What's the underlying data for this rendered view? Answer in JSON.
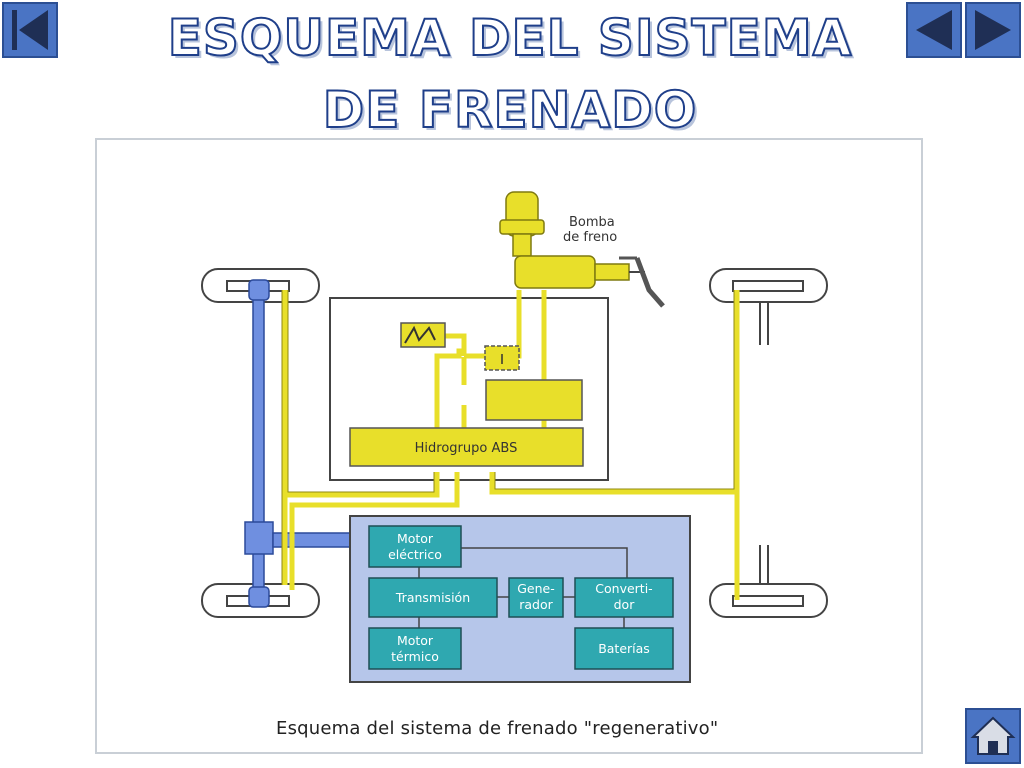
{
  "title": {
    "line1": "ESQUEMA DEL SISTEMA",
    "line2": "DE FRENADO"
  },
  "nav": {
    "first_icon": "first-slide-icon",
    "prev_icon": "previous-slide-icon",
    "next_icon": "next-slide-icon",
    "home_icon": "home-icon"
  },
  "diagram": {
    "labels": {
      "bomba_line1": "Bomba",
      "bomba_line2": "de freno",
      "hidrogrupo": "Hidrogrupo ABS",
      "motor_electrico_line1": "Motor",
      "motor_electrico_line2": "eléctrico",
      "transmision": "Transmisión",
      "generador_line1": "Gene-",
      "generador_line2": "rador",
      "convertidor_line1": "Converti-",
      "convertidor_line2": "dor",
      "motor_termico_line1": "Motor",
      "motor_termico_line2": "térmico",
      "baterias": "Baterías"
    },
    "caption": "Esquema del sistema de frenado \"regenerativo\""
  },
  "colors": {
    "nav_blue": "#4a74c4",
    "hydraulic_yellow": "#e8df2a",
    "drivetrain_blue": "#6f8fe0",
    "module_teal": "#2fa8b0",
    "panel_blue": "#b6c6ea",
    "title_outline": "#1f3f8a"
  }
}
